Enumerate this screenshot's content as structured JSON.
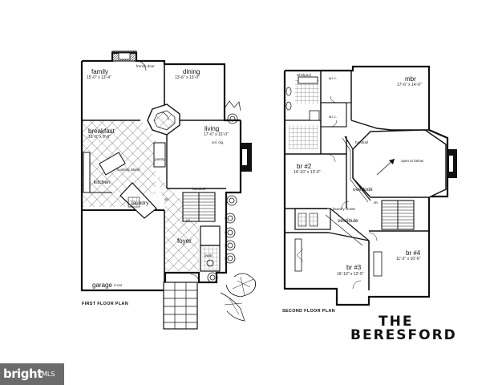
{
  "title": {
    "line1": "THE",
    "line2": "BERESFORD"
  },
  "first_floor": {
    "caption": "FIRST FLOOR PLAN",
    "rooms": {
      "family": {
        "name": "family",
        "dim": "15'-0\" x 13'-4\""
      },
      "dining": {
        "name": "dining",
        "dim": "13'-6\" x 13'-0\""
      },
      "breakfast": {
        "name": "breakfast",
        "dim": "16'-0\" x 8'-6\""
      },
      "kitchen": {
        "name": "kitchen"
      },
      "living": {
        "name": "living",
        "dim": "17'-6\" x 15'-0\"",
        "note": "vol. clg."
      },
      "laundry": {
        "name": "laundry"
      },
      "foyer": {
        "name": "foyer"
      },
      "garage": {
        "name": "garage",
        "note": "2-car"
      }
    },
    "labels": {
      "french_door": "french door",
      "cooking_island": "cooking island",
      "pantry": "pantry",
      "handrail": "handrail",
      "up": "up",
      "dn": "dn",
      "pwdr": "pwdr"
    }
  },
  "second_floor": {
    "caption": "SECOND FLOOR PLAN",
    "rooms": {
      "mbr": {
        "name": "mbr",
        "dim": "17'-6\" x 14'-0\""
      },
      "br2": {
        "name": "br #2",
        "dim": "14'-10\" x 13'-0\""
      },
      "br3": {
        "name": "br #3",
        "dim": "16'-10\" x 12'-5\""
      },
      "br4": {
        "name": "br #4",
        "dim": "11'-2\" x 10'-6\""
      },
      "overlook": {
        "name": "overlook"
      },
      "vestibule": {
        "name": "vestibule"
      }
    },
    "labels": {
      "whirlpool": "whirlpool",
      "wic1": "w.i.c.",
      "wic2": "w.i.c.",
      "open_to_below": "open to below",
      "handrail": "handrail",
      "laundry_closet": "laundry closet",
      "dn": "dn"
    }
  },
  "watermark": {
    "brand": "bright",
    "suffix": "MLS"
  },
  "colors": {
    "line": "#111111",
    "background": "#ffffff",
    "badge": "#6b6b6b"
  }
}
